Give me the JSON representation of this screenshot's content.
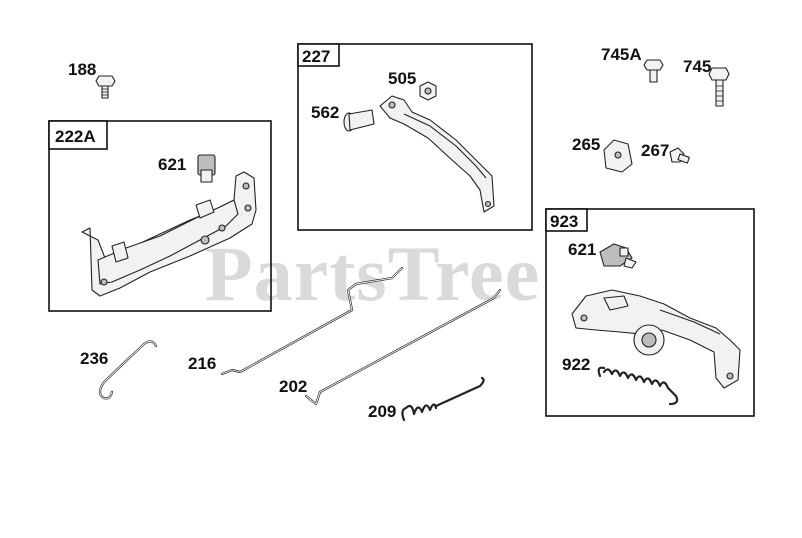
{
  "diagram": {
    "watermark": "PartsTree",
    "assemblies": {
      "a222A": {
        "label": "222A"
      },
      "a227": {
        "label": "227"
      },
      "a923": {
        "label": "923"
      }
    },
    "callouts": {
      "p188": "188",
      "p222A_621": "621",
      "p562": "562",
      "p505": "505",
      "p745A": "745A",
      "p745": "745",
      "p265": "265",
      "p267": "267",
      "p923_621": "621",
      "p922": "922",
      "p236": "236",
      "p216": "216",
      "p202": "202",
      "p209": "209"
    }
  }
}
